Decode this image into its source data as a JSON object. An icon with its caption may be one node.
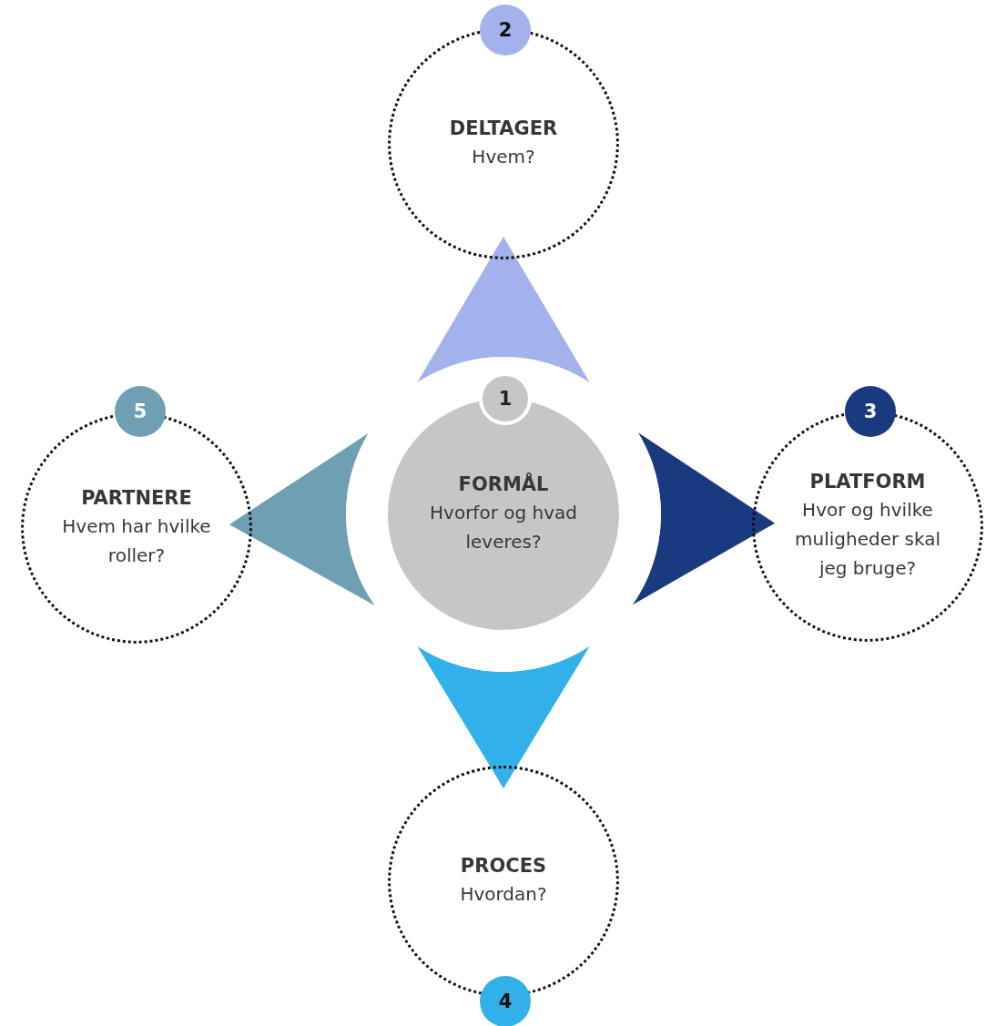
{
  "diagram": {
    "nodes": [
      {
        "text": [
          "2"
        ]
      },
      {
        "text": [
          "DELTAGER",
          "Hvem?"
        ]
      },
      {
        "text": [
          "5"
        ]
      },
      {
        "text": [
          "3"
        ]
      },
      {
        "text": [
          "FORMÅL",
          "Hvorfor og hvad leveres?"
        ]
      },
      {
        "text": [
          "1"
        ],
        "in": 4
      },
      {
        "text": [
          "PARTNERE",
          "Hvem har hvilke roller?"
        ]
      },
      {
        "text": [
          "PLATFORM",
          "Hvor og hvilke muligheder skal jeg bruge?"
        ]
      },
      {
        "text": [
          "PROCES",
          "Hvordan?"
        ]
      },
      {
        "text": [
          "4"
        ]
      }
    ],
    "edges": [
      {
        "from": 4,
        "to": 1,
        "arrow": "to",
        "color": "#a3b1ec"
      },
      {
        "from": 4,
        "to": 7,
        "arrow": "to",
        "color": "#1a3a80"
      },
      {
        "from": 4,
        "to": 8,
        "arrow": "to",
        "color": "#32b0ea"
      },
      {
        "from": 4,
        "to": 6,
        "arrow": "to",
        "color": "#6f9fb3"
      }
    ]
  }
}
